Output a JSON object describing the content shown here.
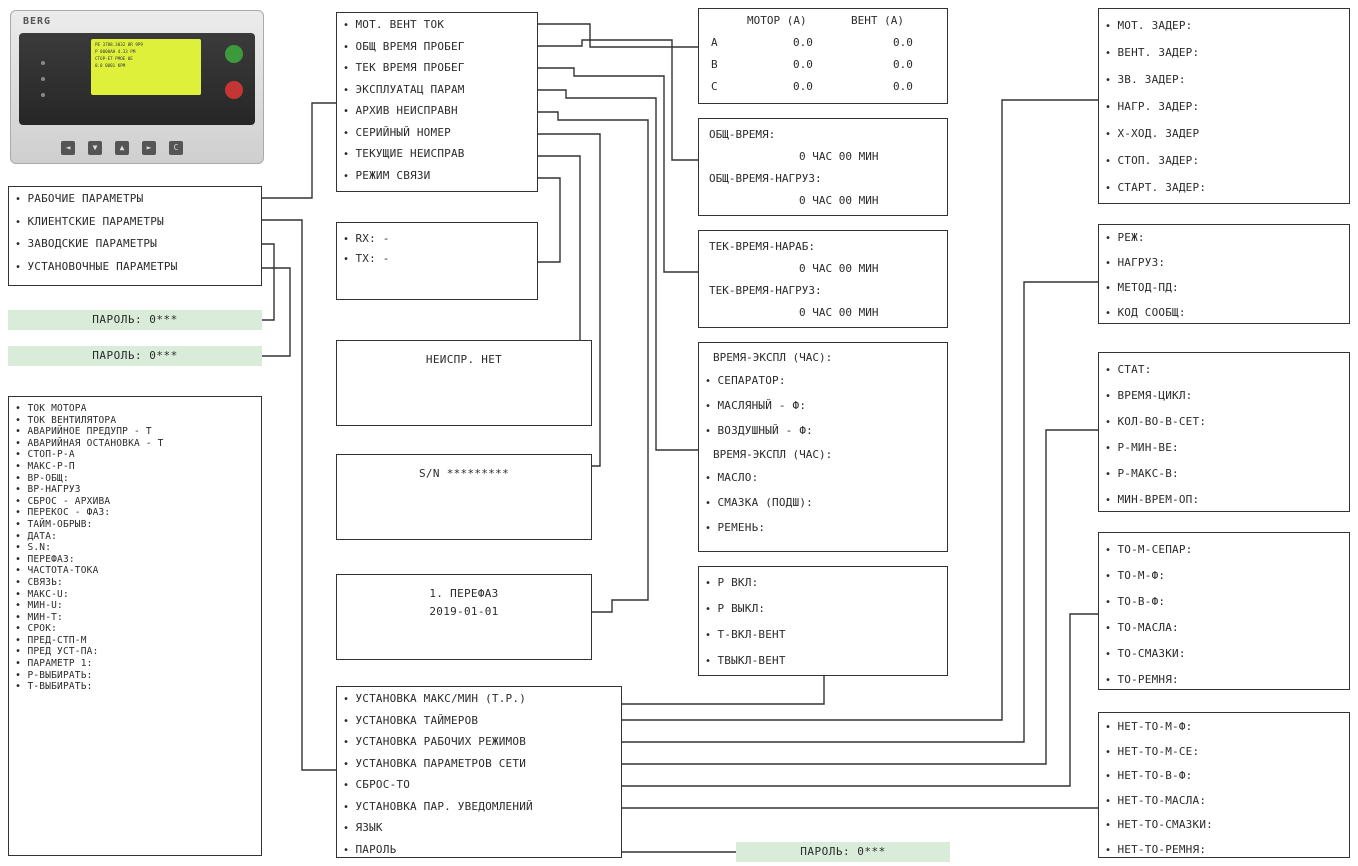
{
  "controller": {
    "brand": "BERG",
    "lcd_lines": [
      "PE 3788.3032 8R 9P9",
      "P 0000AH 4.33 PM",
      "CTOP-ET PMOE 0E",
      "0.0        0001 KPM"
    ],
    "keys": [
      "◄",
      "▼",
      "▲",
      "►",
      "C"
    ]
  },
  "main_menu": [
    "РАБОЧИЕ ПАРАМЕТРЫ",
    "КЛИЕНТСКИЕ ПАРАМЕТРЫ",
    "ЗАВОДСКИЕ ПАРАМЕТРЫ",
    "УСТАНОВОЧНЫЕ ПАРАМЕТРЫ"
  ],
  "password_boxes": [
    "ПАРОЛЬ: 0***",
    "ПАРОЛЬ: 0***",
    "ПАРОЛЬ: 0***"
  ],
  "factory_params": [
    "ТОК МОТОРА",
    "ТОК ВЕНТИЛЯТОРА",
    "АВАРИЙНОЕ ПРЕДУПР - Т",
    "АВАРИЙНАЯ ОСТАНОВКА - Т",
    "СТОП-Р-А",
    "МАКС-Р-П",
    "ВР-ОБЩ:",
    "ВР-НАГРУЗ",
    "СБРОС - АРХИВА",
    "ПЕРЕКОС - ФАЗ:",
    "ТАЙМ-ОБРЫВ:",
    "ДАТА:",
    "S.N:",
    "ПЕРЕФАЗ:",
    "ЧАСТОТА-ТОКА",
    "СВЯЗЬ:",
    "МАКС-U:",
    "МИН-U:",
    "МИН-Т:",
    "СРОК:",
    "ПРЕД-СТП-М",
    "ПРЕД УСТ-ПА:",
    "ПАРАМЕТР 1:",
    "Р-ВЫБИРАТЬ:",
    "Т-ВЫБИРАТЬ:"
  ],
  "working_menu": [
    "МОТ. ВЕНТ ТОК",
    "ОБЩ ВРЕМЯ ПРОБЕГ",
    "ТЕК ВРЕМЯ ПРОБЕГ",
    "ЭКСПЛУАТАЦ ПАРАМ",
    "АРХИВ НЕИСПРАВН",
    "СЕРИЙНЫЙ НОМЕР",
    "ТЕКУЩИЕ НЕИСПРАВ",
    "РЕЖИМ СВЯЗИ"
  ],
  "comm_box": [
    "RX: -",
    "TX: -"
  ],
  "fault_box": "НЕИСПР. НЕТ",
  "serial_box": "S/N *********",
  "archive_box": [
    "1. ПЕРЕФАЗ",
    "2019-01-01"
  ],
  "current_table": {
    "headers": [
      "МОТОР (А)",
      "ВЕНТ (А)"
    ],
    "rows": [
      [
        "А",
        "0.0",
        "0.0"
      ],
      [
        "В",
        "0.0",
        "0.0"
      ],
      [
        "С",
        "0.0",
        "0.0"
      ]
    ]
  },
  "total_time": [
    "ОБЩ-ВРЕМЯ:",
    "0 ЧАС 00 МИН",
    "ОБЩ-ВРЕМЯ-НАГРУЗ:",
    "0 ЧАС 00 МИН"
  ],
  "current_time": [
    "ТЕК-ВРЕМЯ-НАРАБ:",
    "0 ЧАС 00 МИН",
    "ТЕК-ВРЕМЯ-НАГРУЗ:",
    "0 ЧАС 00 МИН"
  ],
  "operation_box": {
    "heading1": "ВРЕМЯ-ЭКСПЛ (ЧАС):",
    "items1": [
      "СЕПАРАТОР:",
      "МАСЛЯНЫЙ - Ф:",
      "ВОЗДУШНЫЙ - Ф:"
    ],
    "heading2": "ВРЕМЯ-ЭКСПЛ (ЧАС):",
    "items2": [
      "МАСЛО:",
      "СМАЗКА (ПОДШ):",
      "РЕМЕНЬ:"
    ]
  },
  "pressure_box": [
    "Р ВКЛ:",
    "Р ВЫКЛ:",
    "Т-ВКЛ-ВЕНТ",
    "ТВЫКЛ-ВЕНТ"
  ],
  "setup_menu": [
    "УСТАНОВКА МАКС/МИН (Т.Р.)",
    "УСТАНОВКА ТАЙМЕРОВ",
    "УСТАНОВКА РАБОЧИХ РЕЖИМОВ",
    "УСТАНОВКА ПАРАМЕТРОВ СЕТИ",
    "СБРОС-ТО",
    "УСТАНОВКА ПАР. УВЕДОМЛЕНИЙ",
    "ЯЗЫК",
    "ПАРОЛЬ"
  ],
  "timers_box": [
    "МОТ. ЗАДЕР:",
    "ВЕНТ. ЗАДЕР:",
    "ЗВ. ЗАДЕР:",
    "НАГР. ЗАДЕР:",
    "Х-ХОД. ЗАДЕР",
    "СТОП. ЗАДЕР:",
    "СТАРТ. ЗАДЕР:"
  ],
  "modes_box": [
    "РЕЖ:",
    "НАГРУЗ:",
    "МЕТОД-ПД:",
    "КОД СООБЩ:"
  ],
  "network_box": [
    "СТАТ:",
    "ВРЕМЯ-ЦИКЛ:",
    "КОЛ-ВО-В-СЕТ:",
    "Р-МИН-ВЕ:",
    "Р-МАКС-В:",
    "МИН-ВРЕМ-ОП:"
  ],
  "reset_box": [
    "ТО-М-СЕПАР:",
    "ТО-М-Ф:",
    "ТО-В-Ф:",
    "ТО-МАСЛА:",
    "ТО-СМАЗКИ:",
    "ТО-РЕМНЯ:"
  ],
  "notify_box": [
    "НЕТ-ТО-М-Ф:",
    "НЕТ-ТО-М-СЕ:",
    "НЕТ-ТО-В-Ф:",
    "НЕТ-ТО-МАСЛА:",
    "НЕТ-ТО-СМАЗКИ:",
    "НЕТ-ТО-РЕМНЯ:"
  ],
  "colors": {
    "password_bg": "#d8ecd9",
    "lcd": "#dff03a",
    "line": "#333333"
  }
}
